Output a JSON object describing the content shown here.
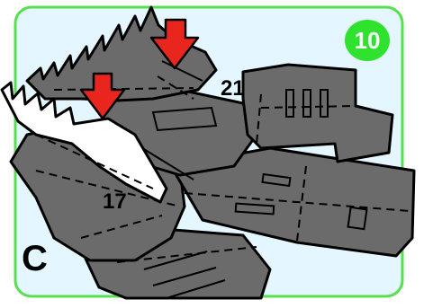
{
  "step": {
    "number": "10",
    "section_label": "C",
    "part_numbers": [
      "21",
      "17"
    ]
  },
  "colors": {
    "frame": "#56e04e",
    "badge": "#2ee22e",
    "part_fill": "#6b6b6b",
    "arrow": "#e8261d"
  },
  "icons": [
    "fold-arrow-icon",
    "fold-arrow-icon"
  ]
}
